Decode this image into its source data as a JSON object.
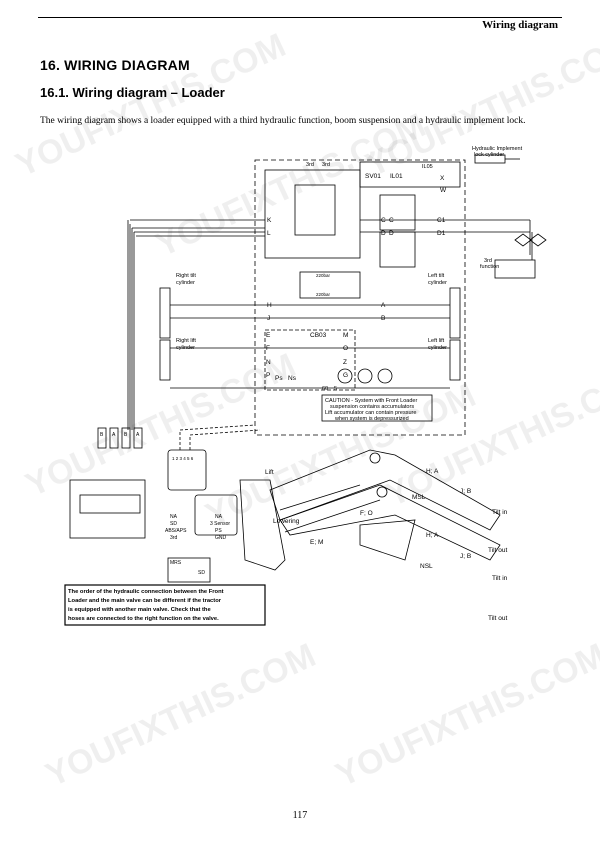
{
  "header": {
    "running_title": "Wiring diagram"
  },
  "section": {
    "title": "16. WIRING DIAGRAM"
  },
  "subsection": {
    "title": "16.1. Wiring diagram – Loader"
  },
  "intro": {
    "text": "The wiring diagram shows a loader equipped with a third hydraulic function, boom suspension and a hydraulic implement lock."
  },
  "diagram": {
    "labels": {
      "impl_lock": "Hydraulic Implement",
      "impl_lock2": "lock cylinder",
      "third": "3rd",
      "third_b": "3rd",
      "third_func": "3rd",
      "third_func2": "function",
      "sv01": "SV01",
      "il01": "IL01",
      "il05": "IL05",
      "cb03": "CB03",
      "right_tilt": "Right tilt",
      "right_lift": "Right lift",
      "left_tilt": "Left tilt",
      "left_lift": "Left lift",
      "cylinder": "cylinder",
      "p220a": "220bar",
      "p220b": "220bar",
      "k": "K",
      "l": "L",
      "c1": "C",
      "c2": "C",
      "d1": "D",
      "d2": "D",
      "c_1": "C1",
      "d_1": "D1",
      "x": "X",
      "w": "W",
      "h": "H",
      "j": "J",
      "a": "A",
      "b": "B",
      "e": "E",
      "f": "F",
      "n": "N",
      "m": "M",
      "o": "O",
      "z": "Z",
      "p": "P",
      "ps": "Ps",
      "ns": "Ns",
      "g": "G",
      "s60": "60",
      "s5": "5",
      "caution1": "CAUTION - System with Front Loader",
      "caution2": "suspension contains accumulators",
      "caution3": "Lift accumulator can contain pressure",
      "caution4": "when system is depressurized",
      "pins": "1 2 3 4 5 6",
      "na": "NA",
      "na2": "NA",
      "sd": "SD",
      "sensor": "3 Sensor",
      "abs": "ABS/APS",
      "ps_plug": "PS",
      "third_c": "3rd",
      "gnd": "GND",
      "mrs": "MRS",
      "sd2": "SD",
      "lift": "Lift",
      "lowering": "Lowering",
      "f_o": "F; O",
      "e_m": "E; M",
      "h_a": "H; A",
      "j_b": "J; B",
      "msl": "MSL",
      "nsl": "NSL",
      "h_a2": "H; A",
      "j_b2": "J; B",
      "tilt_in": "Tilt in",
      "tilt_out": "Tilt out",
      "tilt_in2": "Tilt in",
      "tilt_out2": "Tilt out",
      "note1": "The order of the hydraulic connection between the Front",
      "note2": "Loader and the main valve can be different if the tractor",
      "note3": "is equipped with another main valve. Check that the",
      "note4": "hoses are connected to the right function on the valve.",
      "hose1": "B",
      "hose2": "A",
      "hose3": "B",
      "hose4": "A"
    }
  },
  "watermark": {
    "text": "YOUFIXTHIS.COM"
  },
  "footer": {
    "page_number": "117"
  }
}
